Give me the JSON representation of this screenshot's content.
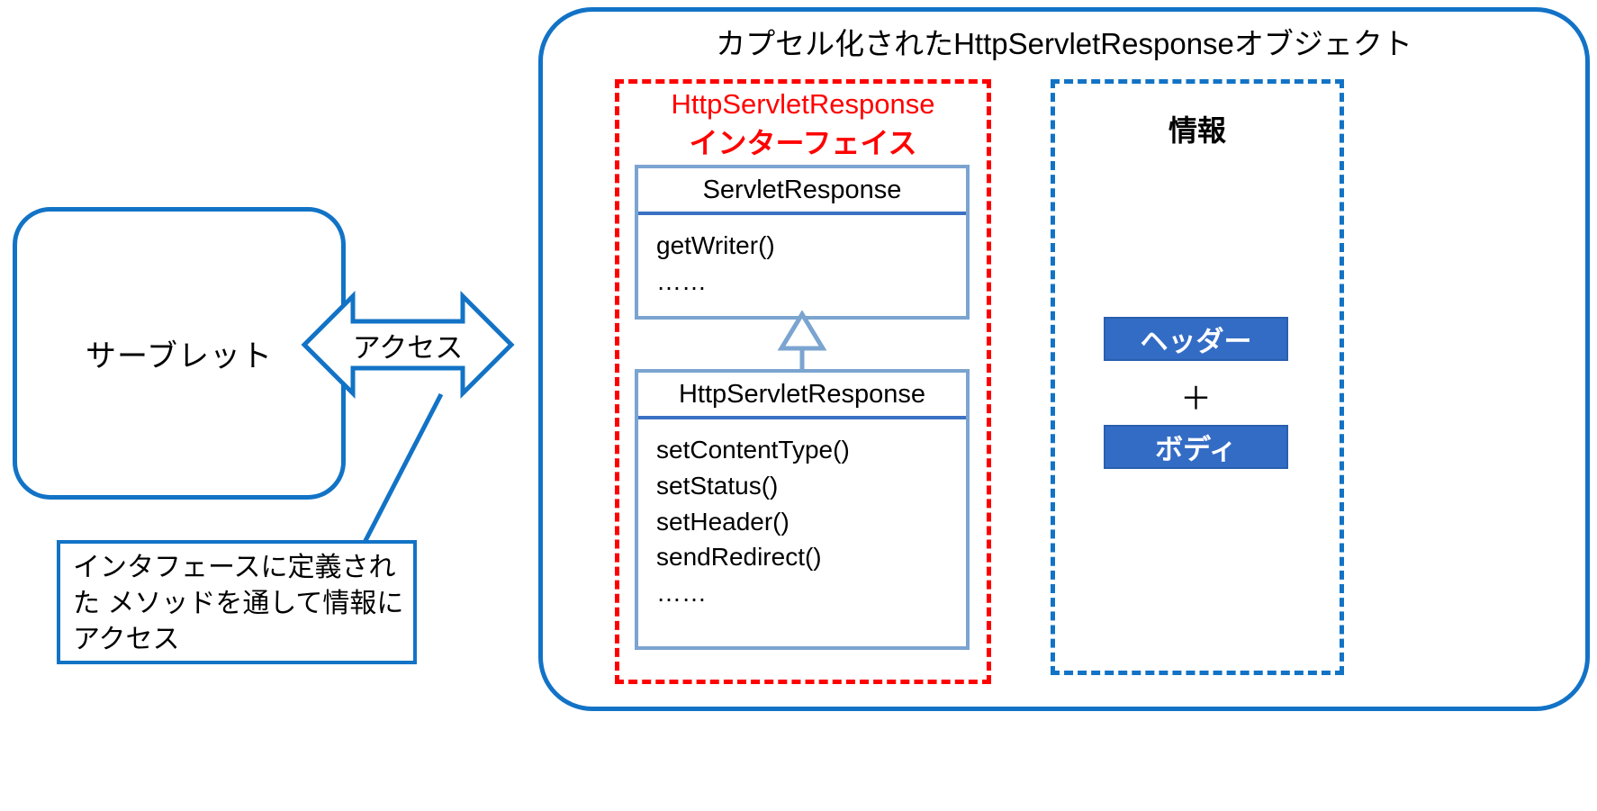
{
  "diagram": {
    "title": "カプセル化されたHttpServletResponseオブジェクト",
    "servlet": {
      "label": "サーブレット"
    },
    "access_arrow": {
      "label": "アクセス"
    },
    "note": {
      "text": "インタフェースに定義された メソッドを通して情報にアクセス"
    },
    "interface_region": {
      "title_en": "HttpServletResponse",
      "title_jp": "インターフェイス",
      "classes": [
        {
          "name": "ServletResponse",
          "members": [
            "getWriter()",
            "……"
          ]
        },
        {
          "name": "HttpServletResponse",
          "members": [
            "setContentType()",
            "setStatus()",
            "setHeader()",
            "sendRedirect()",
            "……"
          ]
        }
      ],
      "relation": "generalization-arrow"
    },
    "info_region": {
      "title": "情報",
      "chips": [
        {
          "label": "ヘッダー"
        },
        {
          "label": "ボディ"
        }
      ],
      "operator": "＋"
    },
    "colors": {
      "blue_outline": "#1273C6",
      "red_dashed": "#FF0000",
      "uml_border": "#7BA4D0",
      "uml_divider": "#3B71C4",
      "chip_fill": "#336CC4"
    }
  }
}
